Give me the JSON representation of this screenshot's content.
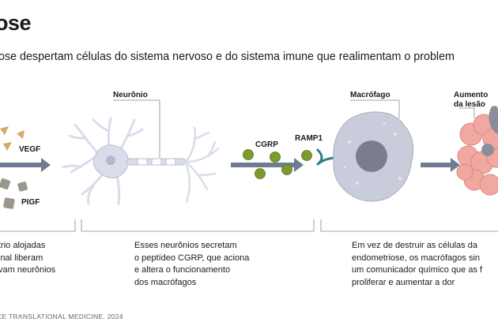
{
  "title": "ose",
  "subtitle": "ose despertam células do sistema nervoso e do sistema imune que realimentam o problem",
  "labels": {
    "vegf": "VEGF",
    "pigf": "PIGF",
    "neuronio": "Neurônio",
    "cgrp": "CGRP",
    "ramp1": "RAMP1",
    "macrofago": "Macrófago",
    "aumento": [
      "Aumento",
      "da lesão"
    ]
  },
  "captions": [
    [
      "trio alojadas",
      "inal liberam",
      "vam neurônios"
    ],
    [
      "Esses neurônios secretam",
      "o peptídeo CGRP, que aciona",
      "e altera o funcionamento",
      "dos macrófagos"
    ],
    [
      "Em vez de destruir as células da",
      "endometriose, os macrófagos sin",
      "um comunicador químico que as f",
      "proliferar e aumentar a dor"
    ]
  ],
  "credit": "CE TRANSLATIONAL MEDICINE. 2024",
  "colors": {
    "vegf": "#d7a865",
    "pigf": "#9b978c",
    "neuron": "#d9dde9",
    "cgrp": "#7d9a2c",
    "receptor": "#2f7f86",
    "macrophage": "#c9cddb",
    "nucleus": "#7a7e8c",
    "arrow": "#6f7b92",
    "lesion": "#f0a8a0"
  }
}
